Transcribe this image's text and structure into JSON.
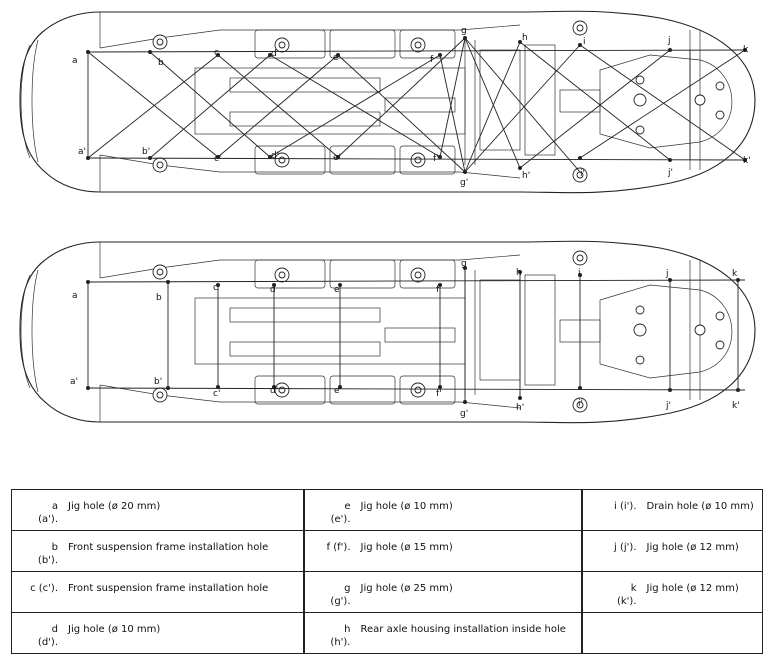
{
  "diagram": {
    "top_labels": {
      "a": "a",
      "a_p": "a'",
      "b": "b",
      "b_p": "b'",
      "c": "c",
      "c_p": "c'",
      "d": "d",
      "d_p": "d'",
      "e": "e",
      "e_p": "e'",
      "f": "f",
      "f_p": "f'",
      "g": "g",
      "g_p": "g'",
      "h": "h",
      "h_p": "h'",
      "i": "i",
      "i_p": "i'",
      "j": "j",
      "j_p": "j'",
      "k": "k",
      "k_p": "k'"
    },
    "bottom_labels": {
      "a": "a",
      "a_p": "a'",
      "b": "b",
      "b_p": "b'",
      "c": "c",
      "c_p": "c'",
      "d": "d",
      "d_p": "d'",
      "e": "e",
      "e_p": "e'",
      "f": "f",
      "f_p": "f'",
      "g": "g",
      "g_p": "g'",
      "h": "h",
      "h_p": "h'",
      "i": "i",
      "i_p": "i'",
      "j": "j",
      "j_p": "j'",
      "k": "k",
      "k_p": "k'"
    }
  },
  "legend": {
    "rows": [
      [
        {
          "code": "a\n(a').",
          "desc": "Jig hole (ø 20 mm)"
        },
        {
          "code": "e\n(e').",
          "desc": "Jig hole (ø 10 mm)"
        },
        {
          "code": "i (i').",
          "desc": "Drain hole (ø 10 mm)"
        }
      ],
      [
        {
          "code": "b\n(b').",
          "desc": "Front suspension frame installation hole"
        },
        {
          "code": "f (f').",
          "desc": "Jig hole (ø 15 mm)"
        },
        {
          "code": "j (j').",
          "desc": "Jig hole (ø 12 mm)"
        }
      ],
      [
        {
          "code": "c (c').",
          "desc": "Front suspension frame installation hole"
        },
        {
          "code": "g\n(g').",
          "desc": "Jig hole (ø 25 mm)"
        },
        {
          "code": "k\n(k').",
          "desc": "Jig hole (ø 12 mm)"
        }
      ],
      [
        {
          "code": "d\n(d').",
          "desc": "Jig hole (ø 10 mm)"
        },
        {
          "code": "h\n(h').",
          "desc": "Rear axle housing installation inside hole"
        },
        {
          "code": "",
          "desc": ""
        }
      ]
    ]
  }
}
